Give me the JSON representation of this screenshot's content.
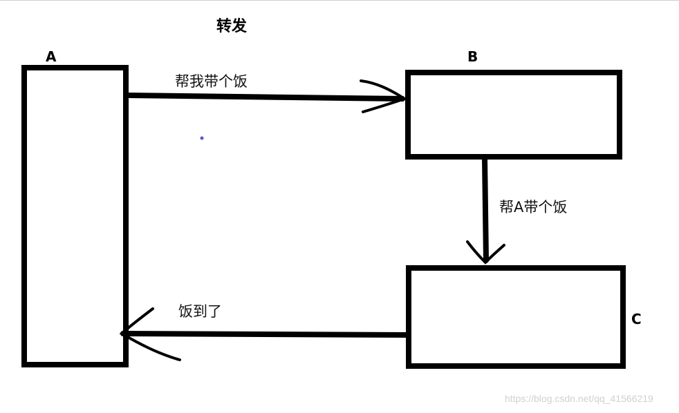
{
  "diagram": {
    "title": "转发",
    "nodes": {
      "a": {
        "label": "A"
      },
      "b": {
        "label": "B"
      },
      "c": {
        "label": "C"
      }
    },
    "edges": {
      "a_to_b": {
        "label": "帮我带个饭"
      },
      "b_to_c": {
        "label": "帮A带个饭"
      },
      "c_to_a": {
        "label": "饭到了"
      }
    },
    "stroke_color": "#000000",
    "stray_dot_color": "#4a5bd4"
  },
  "watermark": "https://blog.csdn.net/qq_41566219"
}
